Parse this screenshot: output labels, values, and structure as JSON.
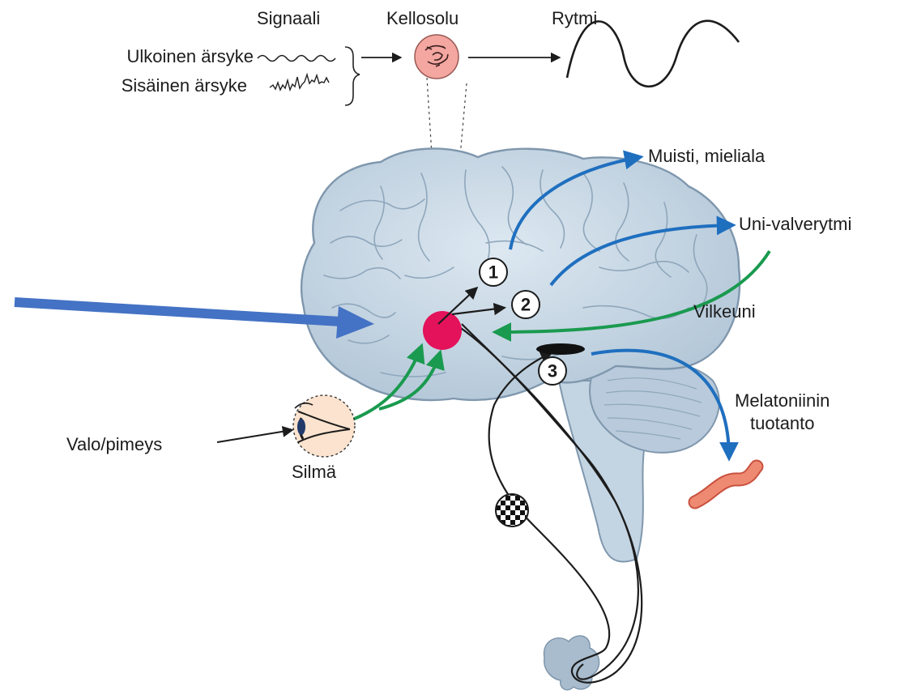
{
  "header": {
    "signal_title": "Signaali",
    "clock_title": "Kellosolu",
    "rhythm_title": "Rytmi",
    "external_stimulus": "Ulkoinen ärsyke",
    "internal_stimulus": "Sisäinen ärsyke"
  },
  "outputs": {
    "memory_mood": "Muisti, mieliala",
    "sleep_wake": "Uni-valverytmi",
    "vagus": "Vilkeuni",
    "melatonin_line1": "Melatoniinin",
    "melatonin_line2": "tuotanto"
  },
  "inputs": {
    "light_dark": "Valo/pimeys",
    "eye": "Silmä"
  },
  "markers": {
    "one": "1",
    "two": "2",
    "three": "3"
  },
  "colors": {
    "brain": "#c9d9e6",
    "brain_outline": "#7f97ad",
    "sulci": "#8fa7bc",
    "scn": "#e3125a",
    "blue_arrow": "#1f6fbf",
    "green_arrow": "#1a9a4f",
    "pointer_arrow": "#4472c4",
    "clock_cell": "#f4a6a0",
    "pineal_tube": "#e8735f",
    "pituitary": "#a9bccd"
  }
}
